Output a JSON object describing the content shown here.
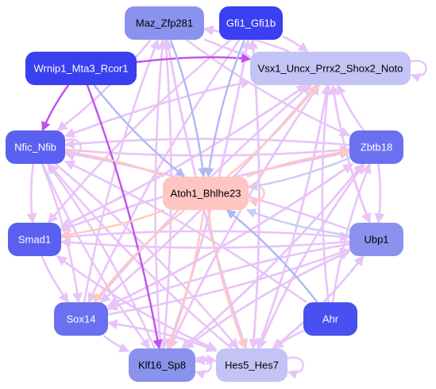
{
  "nodes": [
    {
      "id": "maz",
      "label": "Maz_Zfp281",
      "fill": "#8a92ee",
      "text_color": "#000000"
    },
    {
      "id": "gfi",
      "label": "Gfi1_Gfi1b",
      "fill": "#3a3ff0",
      "text_color": "#ffffff"
    },
    {
      "id": "wrnip",
      "label": "Wrnip1_Mta3_Rcor1",
      "fill": "#3a3ff0",
      "text_color": "#ffffff"
    },
    {
      "id": "vsx",
      "label": "Vsx1_Uncx_Prrx2_Shox2_Noto",
      "fill": "#c3c4f5",
      "text_color": "#000000"
    },
    {
      "id": "nfic",
      "label": "Nfic_Nfib",
      "fill": "#5a60f0",
      "text_color": "#ffffff"
    },
    {
      "id": "zbtb",
      "label": "Zbtb18",
      "fill": "#6a70f0",
      "text_color": "#ffffff"
    },
    {
      "id": "atoh",
      "label": "Atoh1_Bhlhe23",
      "fill": "#ffc5c3",
      "text_color": "#000000"
    },
    {
      "id": "smad",
      "label": "Smad1",
      "fill": "#5a60f0",
      "text_color": "#ffffff"
    },
    {
      "id": "ubp",
      "label": "Ubp1",
      "fill": "#8a92ee",
      "text_color": "#000000"
    },
    {
      "id": "sox",
      "label": "Sox14",
      "fill": "#6a70f0",
      "text_color": "#ffffff"
    },
    {
      "id": "ahr",
      "label": "Ahr",
      "fill": "#4a50f0",
      "text_color": "#ffffff"
    },
    {
      "id": "klf",
      "label": "Klf16_Sp8",
      "fill": "#8a92ee",
      "text_color": "#000000"
    },
    {
      "id": "hes",
      "label": "Hes5_Hes7",
      "fill": "#c3c4f5",
      "text_color": "#000000"
    }
  ],
  "edges": [
    {
      "from": "wrnip",
      "to": "vsx",
      "color": "#c050f0"
    },
    {
      "from": "wrnip",
      "to": "nfic",
      "color": "#c050f0"
    },
    {
      "from": "wrnip",
      "to": "klf",
      "color": "#c050f0"
    },
    {
      "from": "wrnip",
      "to": "atoh",
      "color": "#b0b8f5"
    },
    {
      "from": "maz",
      "to": "atoh",
      "color": "#b0b8f5"
    },
    {
      "from": "gfi",
      "to": "atoh",
      "color": "#b0b8f5"
    },
    {
      "from": "ubp",
      "to": "atoh",
      "color": "#c8ccf8"
    },
    {
      "from": "ahr",
      "to": "atoh",
      "color": "#b0b8f5"
    },
    {
      "from": "zbtb",
      "to": "atoh",
      "color": "#c8ccf8"
    },
    {
      "from": "atoh",
      "to": "vsx",
      "color": "#ffc8c0"
    },
    {
      "from": "atoh",
      "to": "zbtb",
      "color": "#ffc8c0"
    },
    {
      "from": "atoh",
      "to": "nfic",
      "color": "#ffc8c0"
    },
    {
      "from": "atoh",
      "to": "smad",
      "color": "#ffc8c0"
    },
    {
      "from": "atoh",
      "to": "sox",
      "color": "#ffc8c0"
    },
    {
      "from": "atoh",
      "to": "klf",
      "color": "#ffc8c0"
    },
    {
      "from": "atoh",
      "to": "hes",
      "color": "#ffc8c0"
    },
    {
      "from": "maz",
      "to": "vsx",
      "color": "#e8c4f8"
    },
    {
      "from": "maz",
      "to": "nfic",
      "color": "#e8c4f8"
    },
    {
      "from": "maz",
      "to": "hes",
      "color": "#e8c4f8"
    },
    {
      "from": "maz",
      "to": "klf",
      "color": "#e8c4f8"
    },
    {
      "from": "maz",
      "to": "zbtb",
      "color": "#e8c4f8"
    },
    {
      "from": "gfi",
      "to": "vsx",
      "color": "#e8c4f8"
    },
    {
      "from": "gfi",
      "to": "sox",
      "color": "#e8c4f8"
    },
    {
      "from": "gfi",
      "to": "klf",
      "color": "#e8c4f8"
    },
    {
      "from": "gfi",
      "to": "smad",
      "color": "#e8c4f8"
    },
    {
      "from": "gfi",
      "to": "hes",
      "color": "#e8c4f8"
    },
    {
      "from": "vsx",
      "to": "nfic",
      "color": "#e8c4f8"
    },
    {
      "from": "vsx",
      "to": "sox",
      "color": "#e8c4f8"
    },
    {
      "from": "vsx",
      "to": "klf",
      "color": "#e8c4f8"
    },
    {
      "from": "vsx",
      "to": "smad",
      "color": "#e8c4f8"
    },
    {
      "from": "vsx",
      "to": "maz",
      "color": "#e8c4f8"
    },
    {
      "from": "vsx",
      "to": "hes",
      "color": "#e8c4f8"
    },
    {
      "from": "vsx",
      "to": "ubp",
      "color": "#e8c4f8"
    },
    {
      "from": "nfic",
      "to": "vsx",
      "color": "#e8c4f8"
    },
    {
      "from": "nfic",
      "to": "zbtb",
      "color": "#e8c4f8"
    },
    {
      "from": "nfic",
      "to": "hes",
      "color": "#e8c4f8"
    },
    {
      "from": "nfic",
      "to": "klf",
      "color": "#e8c4f8"
    },
    {
      "from": "nfic",
      "to": "sox",
      "color": "#e8c4f8"
    },
    {
      "from": "nfic",
      "to": "smad",
      "color": "#e8c4f8"
    },
    {
      "from": "zbtb",
      "to": "vsx",
      "color": "#e8c4f8"
    },
    {
      "from": "zbtb",
      "to": "nfic",
      "color": "#e8c4f8"
    },
    {
      "from": "zbtb",
      "to": "sox",
      "color": "#e8c4f8"
    },
    {
      "from": "zbtb",
      "to": "hes",
      "color": "#e8c4f8"
    },
    {
      "from": "zbtb",
      "to": "klf",
      "color": "#e8c4f8"
    },
    {
      "from": "zbtb",
      "to": "smad",
      "color": "#e8c4f8"
    },
    {
      "from": "zbtb",
      "to": "ubp",
      "color": "#e8c4f8"
    },
    {
      "from": "smad",
      "to": "vsx",
      "color": "#e8c4f8"
    },
    {
      "from": "smad",
      "to": "zbtb",
      "color": "#e8c4f8"
    },
    {
      "from": "smad",
      "to": "hes",
      "color": "#e8c4f8"
    },
    {
      "from": "smad",
      "to": "ubp",
      "color": "#e8c4f8"
    },
    {
      "from": "smad",
      "to": "sox",
      "color": "#e8c4f8"
    },
    {
      "from": "ubp",
      "to": "vsx",
      "color": "#e8c4f8"
    },
    {
      "from": "ubp",
      "to": "sox",
      "color": "#e8c4f8"
    },
    {
      "from": "ubp",
      "to": "hes",
      "color": "#e8c4f8"
    },
    {
      "from": "ubp",
      "to": "klf",
      "color": "#e8c4f8"
    },
    {
      "from": "ubp",
      "to": "smad",
      "color": "#e8c4f8"
    },
    {
      "from": "ubp",
      "to": "nfic",
      "color": "#e8c4f8"
    },
    {
      "from": "sox",
      "to": "vsx",
      "color": "#e8c4f8"
    },
    {
      "from": "sox",
      "to": "zbtb",
      "color": "#e8c4f8"
    },
    {
      "from": "sox",
      "to": "hes",
      "color": "#e8c4f8"
    },
    {
      "from": "sox",
      "to": "klf",
      "color": "#e8c4f8"
    },
    {
      "from": "sox",
      "to": "maz",
      "color": "#e8c4f8"
    },
    {
      "from": "sox",
      "to": "ubp",
      "color": "#e8c4f8"
    },
    {
      "from": "ahr",
      "to": "vsx",
      "color": "#e8c4f8"
    },
    {
      "from": "ahr",
      "to": "hes",
      "color": "#e8c4f8"
    },
    {
      "from": "ahr",
      "to": "zbtb",
      "color": "#e8c4f8"
    },
    {
      "from": "ahr",
      "to": "nfic",
      "color": "#e8c4f8"
    },
    {
      "from": "klf",
      "to": "vsx",
      "color": "#e8c4f8"
    },
    {
      "from": "klf",
      "to": "zbtb",
      "color": "#e8c4f8"
    },
    {
      "from": "klf",
      "to": "hes",
      "color": "#e8c4f8"
    },
    {
      "from": "klf",
      "to": "gfi",
      "color": "#e8c4f8"
    },
    {
      "from": "klf",
      "to": "maz",
      "color": "#e8c4f8"
    },
    {
      "from": "klf",
      "to": "nfic",
      "color": "#e8c4f8"
    },
    {
      "from": "klf",
      "to": "ubp",
      "color": "#e8c4f8"
    },
    {
      "from": "hes",
      "to": "vsx",
      "color": "#e8c4f8"
    },
    {
      "from": "hes",
      "to": "zbtb",
      "color": "#e8c4f8"
    },
    {
      "from": "hes",
      "to": "klf",
      "color": "#e8c4f8"
    },
    {
      "from": "hes",
      "to": "maz",
      "color": "#e8c4f8"
    },
    {
      "from": "hes",
      "to": "gfi",
      "color": "#e8c4f8"
    },
    {
      "from": "hes",
      "to": "nfic",
      "color": "#e8c4f8"
    },
    {
      "from": "hes",
      "to": "sox",
      "color": "#e8c4f8"
    },
    {
      "from": "hes",
      "to": "smad",
      "color": "#e8c4f8"
    },
    {
      "from": "hes",
      "to": "ubp",
      "color": "#e8c4f8"
    }
  ],
  "self_loops": [
    {
      "node": "vsx",
      "color": "#e8c4f8"
    },
    {
      "node": "nfic",
      "color": "#e8c4f8"
    },
    {
      "node": "atoh",
      "color": "#ffc8c0"
    },
    {
      "node": "klf",
      "color": "#e8c4f8"
    },
    {
      "node": "hes",
      "color": "#e8c4f8"
    }
  ]
}
